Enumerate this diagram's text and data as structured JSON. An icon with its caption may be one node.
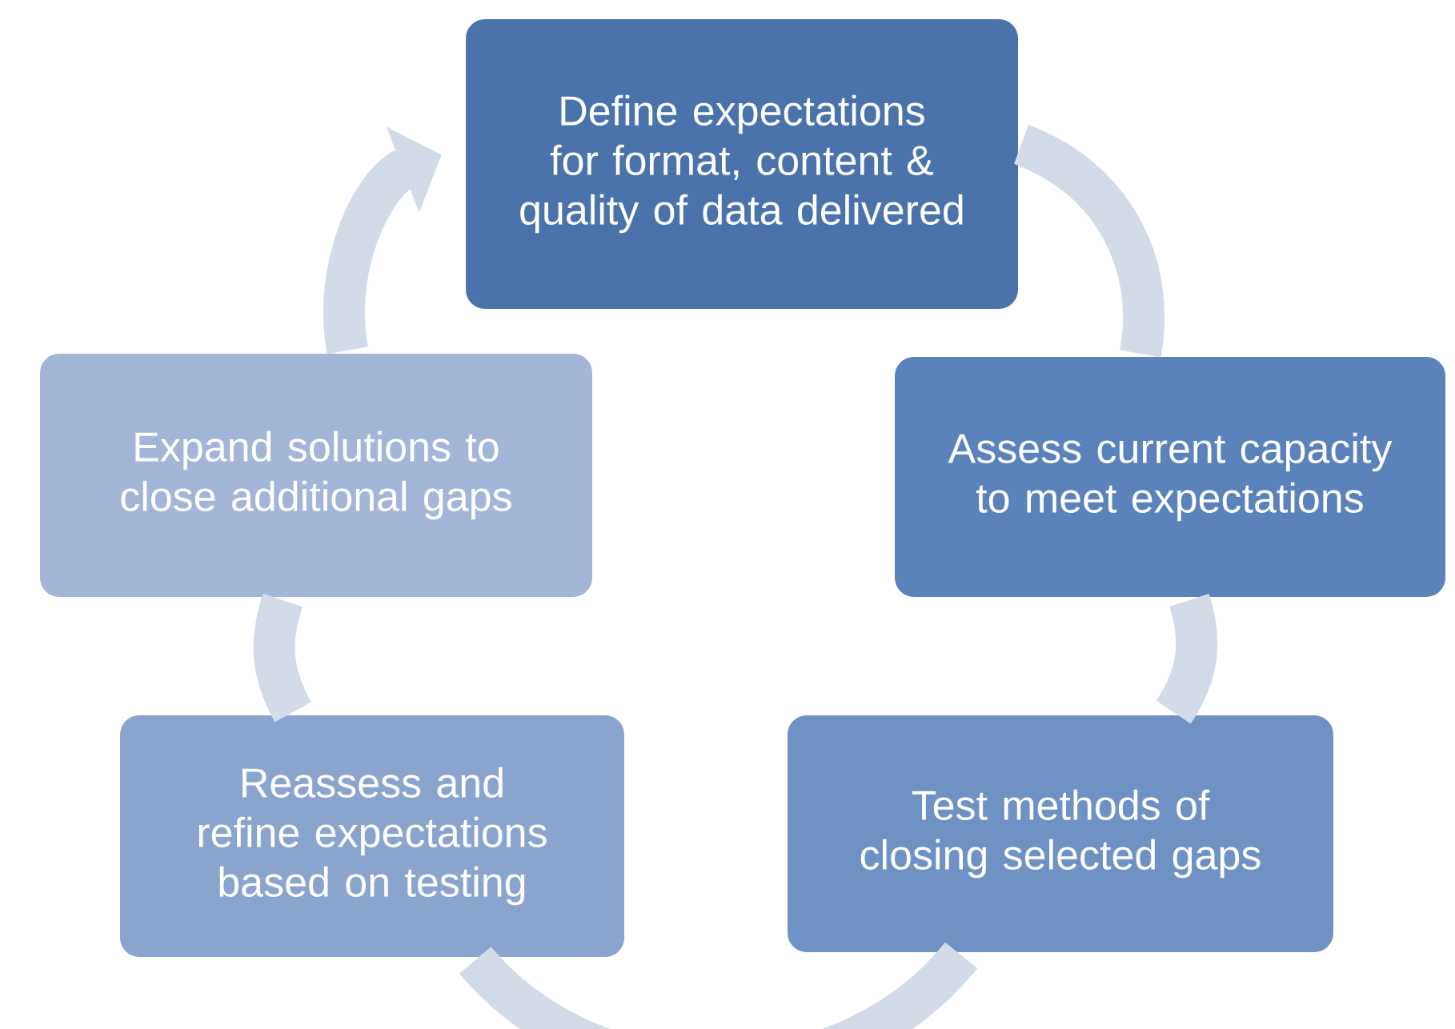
{
  "diagram": {
    "nodes": [
      {
        "text": [
          "Define expectations for format, content & quality of data delivered"
        ]
      },
      {
        "text": [
          "Assess current capacity to meet expectations"
        ]
      },
      {
        "text": [
          "Test methods  of closing selected gaps"
        ]
      },
      {
        "text": [
          "Reassess and refine expectations based on testing"
        ]
      },
      {
        "text": [
          "Expand solutions to close additional gaps"
        ]
      }
    ],
    "edges": [
      {
        "from": 0,
        "to": 1,
        "arrow": "none"
      },
      {
        "from": 1,
        "to": 2,
        "arrow": "none"
      },
      {
        "from": 2,
        "to": 3,
        "arrow": "none"
      },
      {
        "from": 3,
        "to": 4,
        "arrow": "none"
      },
      {
        "from": 4,
        "to": 0,
        "arrow": "to"
      }
    ]
  }
}
